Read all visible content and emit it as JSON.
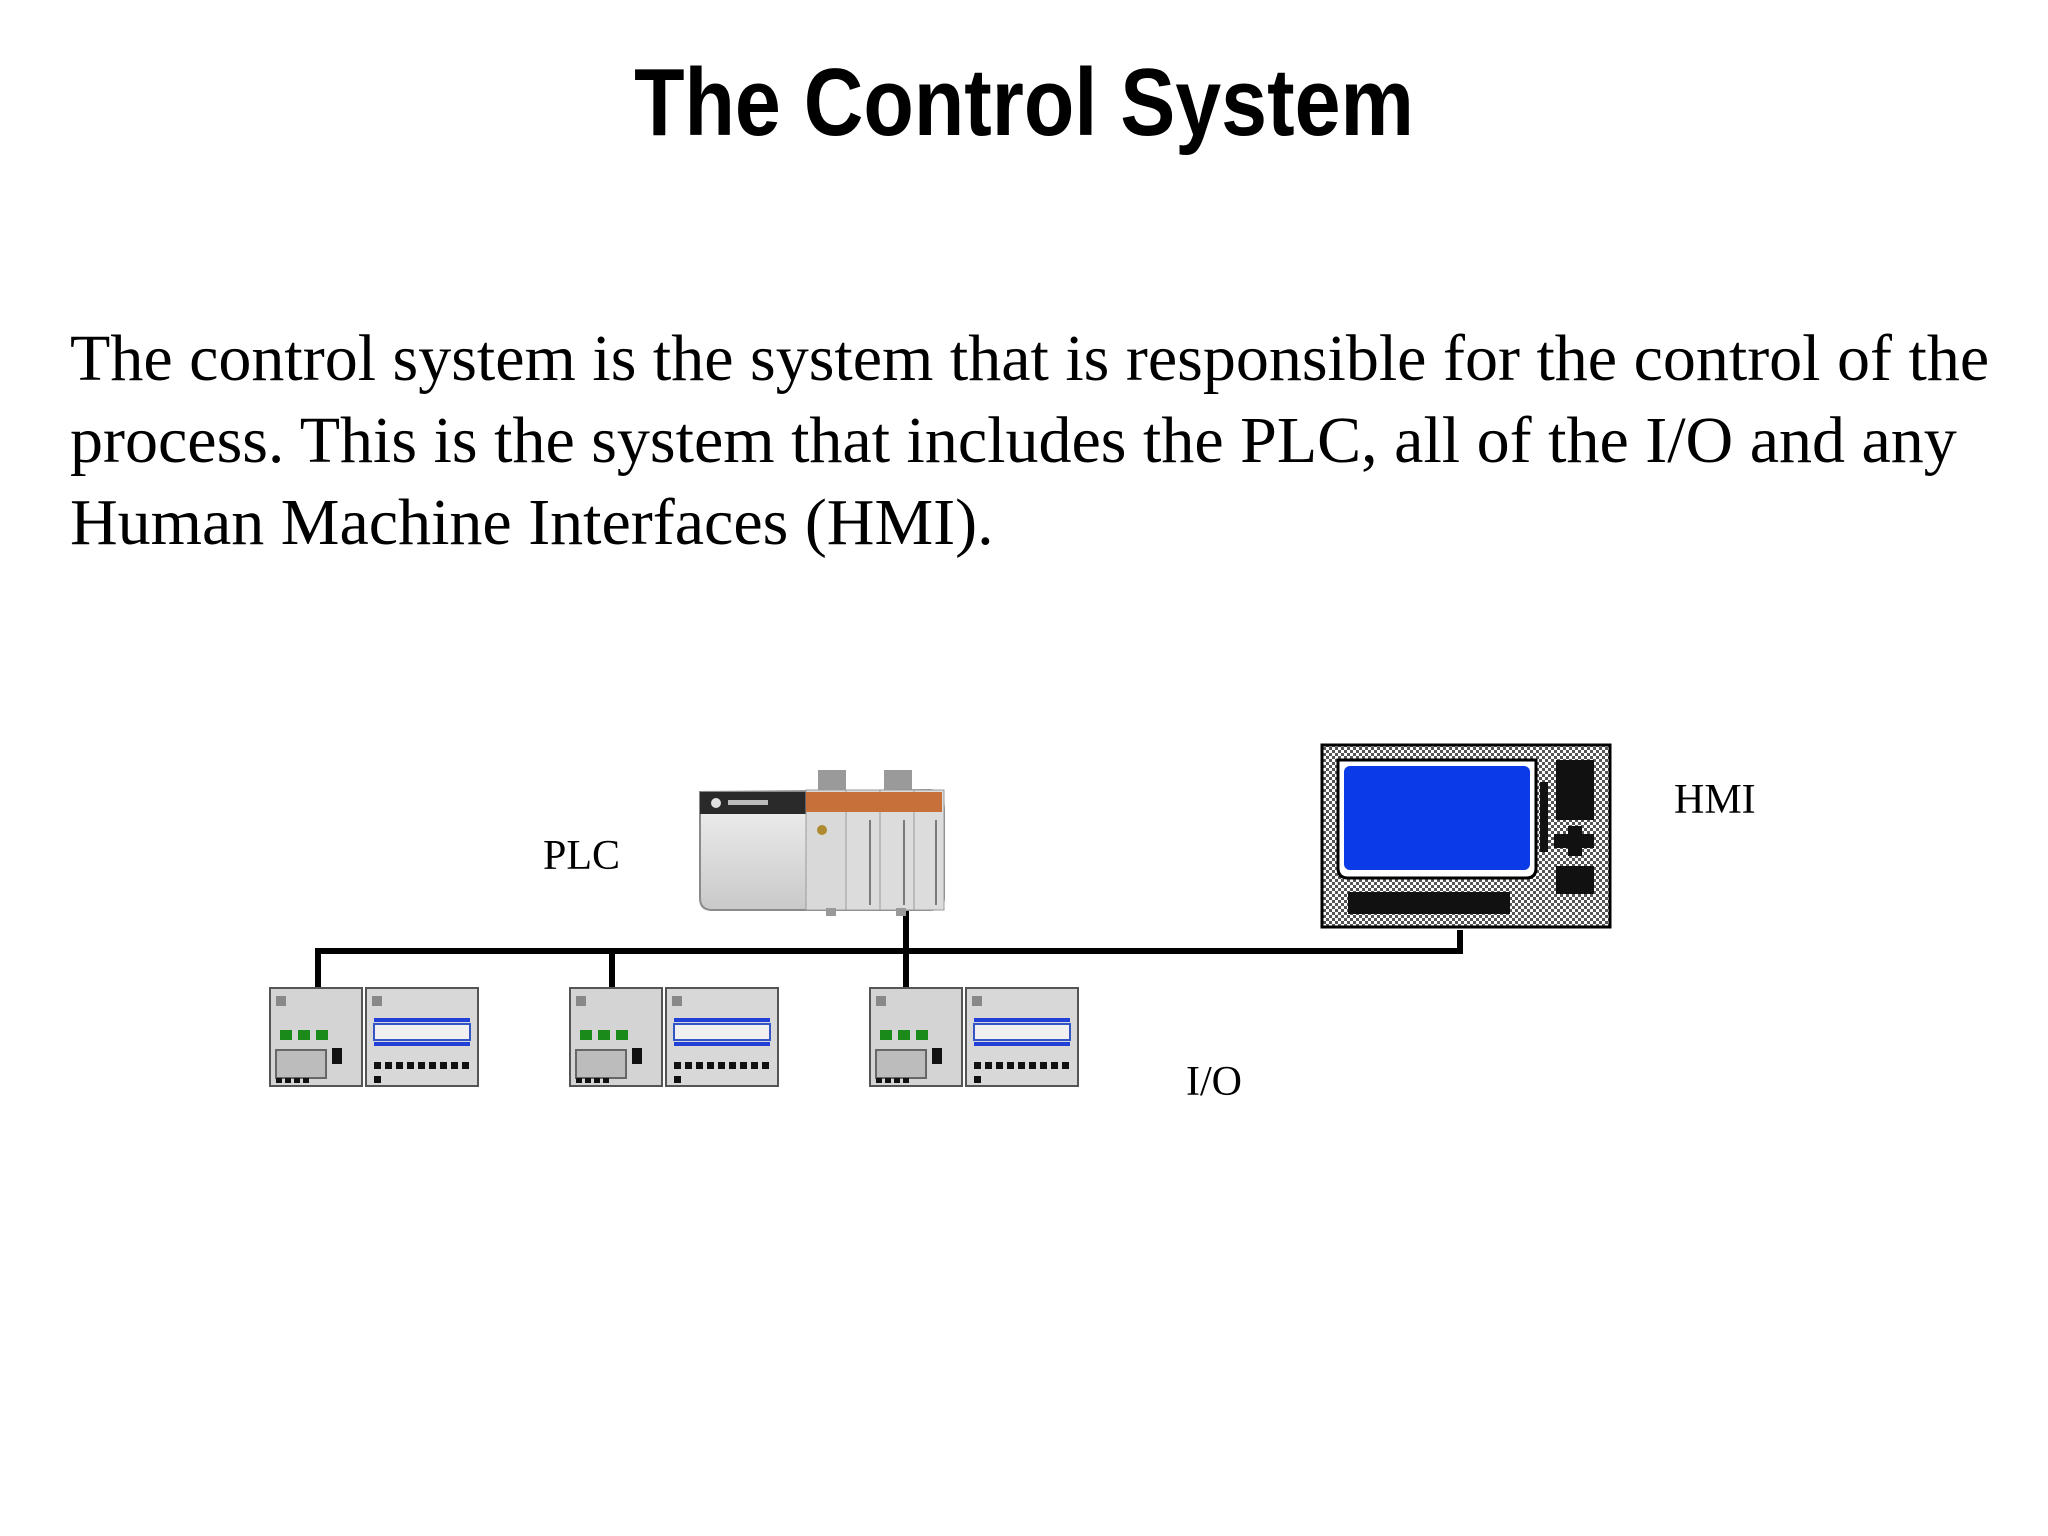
{
  "slide": {
    "title": "The Control System",
    "body": "The control system is the system that is responsible for the control of the process. This is the system that includes the PLC, all of the I/O and any Human Machine Interfaces (HMI)."
  },
  "diagram": {
    "labels": {
      "plc": "PLC",
      "hmi": "HMI",
      "io": "I/O"
    },
    "colors": {
      "network_line": "#000000",
      "hmi_screen": "#0b3be6",
      "plc_module_orange": "#c8703a",
      "io_bar_blue": "#2040d8"
    },
    "io_module_count": 3
  }
}
